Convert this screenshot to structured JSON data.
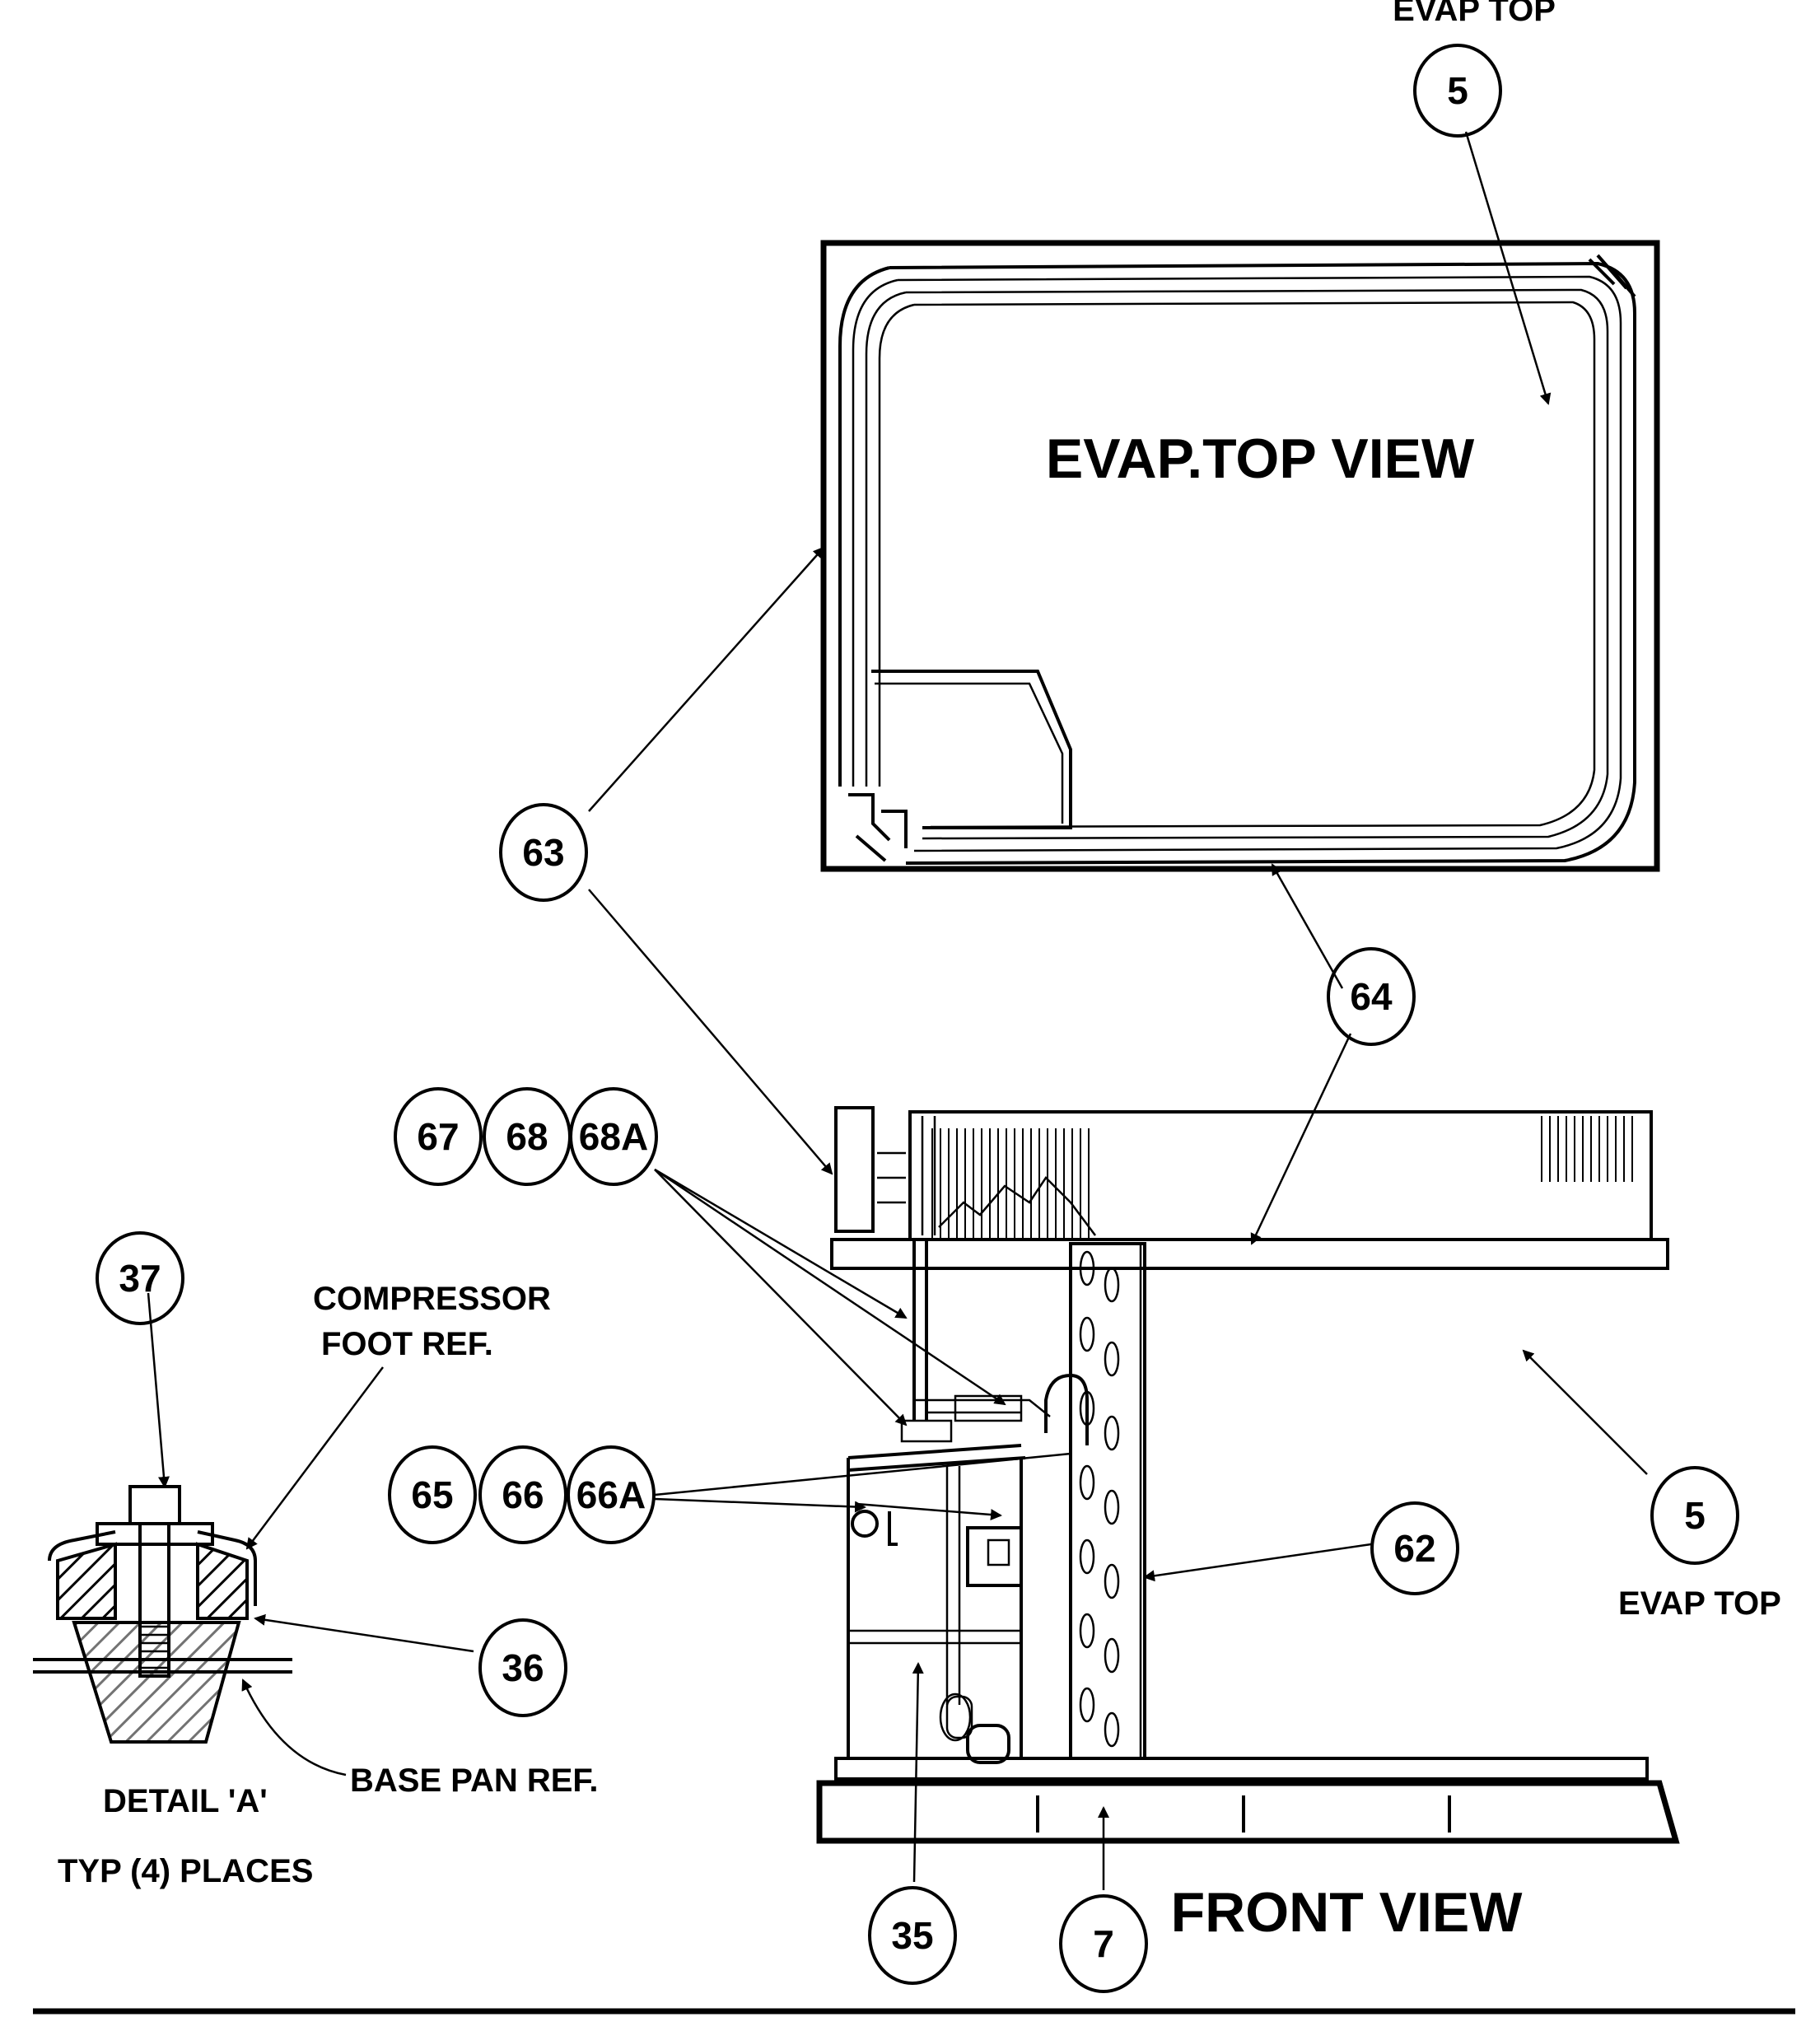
{
  "labels": {
    "evap_top_header": "EVAP TOP",
    "evap_top_view": "EVAP.TOP VIEW",
    "front_view": "FRONT VIEW",
    "compressor_foot_ref_1": "COMPRESSOR",
    "compressor_foot_ref_2": "FOOT REF.",
    "base_pan_ref": "BASE PAN REF.",
    "detail_a": "DETAIL 'A'",
    "typ_places": "TYP (4) PLACES",
    "evap_top_right": "EVAP TOP"
  },
  "callouts": {
    "c5_top": "5",
    "c63": "63",
    "c64": "64",
    "c67": "67",
    "c68": "68",
    "c68a": "68A",
    "c37": "37",
    "c65": "65",
    "c66": "66",
    "c66a": "66A",
    "c62": "62",
    "c5_right": "5",
    "c36": "36",
    "c35": "35",
    "c7": "7"
  }
}
